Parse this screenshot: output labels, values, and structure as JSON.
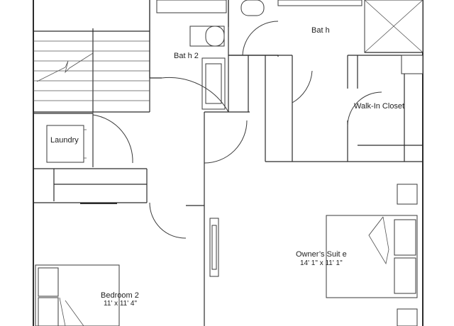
{
  "rooms": {
    "bath": {
      "name": "Bat h"
    },
    "bath2": {
      "name": "Bat h 2"
    },
    "walkin": {
      "name": "Walk-In Closet"
    },
    "laundry": {
      "name": "Laundry"
    },
    "owners": {
      "name": "Owner’s Suit e",
      "dims": "14' 1\" x 11' 1\""
    },
    "bedroom2": {
      "name": "Bedroom 2",
      "dims": "11' x 11' 4\""
    }
  }
}
